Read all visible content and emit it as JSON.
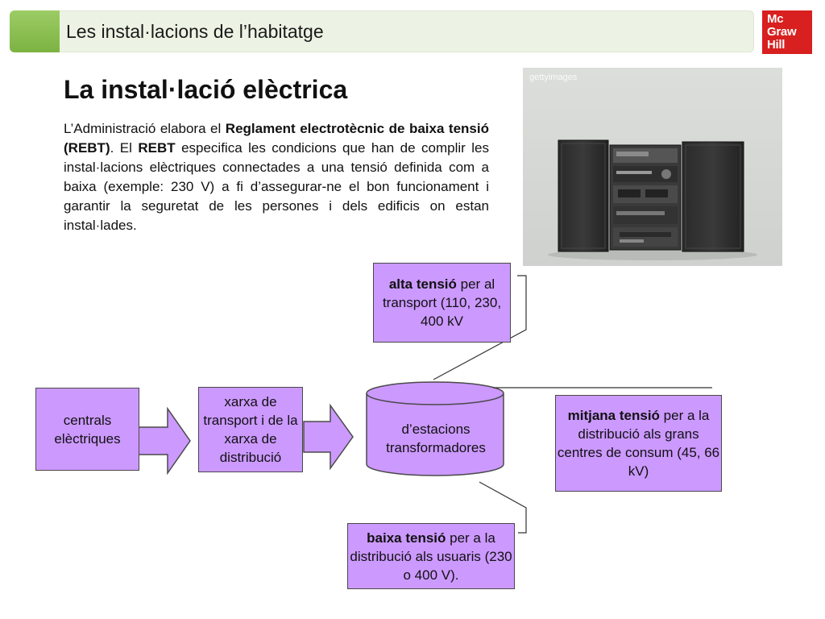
{
  "header": {
    "title": "Les instal·lacions de l’habitatge",
    "logo": [
      "Mc",
      "Graw",
      "Hill"
    ]
  },
  "slide": {
    "title": "La instal·lació elèctrica",
    "paragraph": {
      "p1": "L’Administració elabora el ",
      "b1": "Reglament electrotècnic de baixa tensió (REBT)",
      "p2": ". El ",
      "b2": "REBT",
      "p3": " especifica les condicions que han de complir les instal·lacions elèctriques connectades a una tensió definida com a baixa (exemple: 230 V) a fi d’assegurar-ne el bon funcionament i garantir la seguretat de les persones i dels edificis on estan instal·lades."
    }
  },
  "photo": {
    "watermark": "gettyimages"
  },
  "diagram": {
    "centrals": "centrals elèctriques",
    "xarxa": "xarxa de transport i de la xarxa de distribució",
    "estacions": "d’estacions transformadores",
    "alta": {
      "bold": "alta tensió",
      "rest": " per al transport (110, 230, 400 kV"
    },
    "mitjana": {
      "bold": "mitjana tensió",
      "rest": " per a la distribució als grans centres de consum (45, 66 kV)"
    },
    "baixa": {
      "bold": "baixa tensió",
      "rest": " per a la distribució als usuaris (230 o 400 V)."
    }
  },
  "colors": {
    "box_fill": "#cc99ff",
    "header_accent": "#8bc34a",
    "logo_red": "#d7201f"
  }
}
